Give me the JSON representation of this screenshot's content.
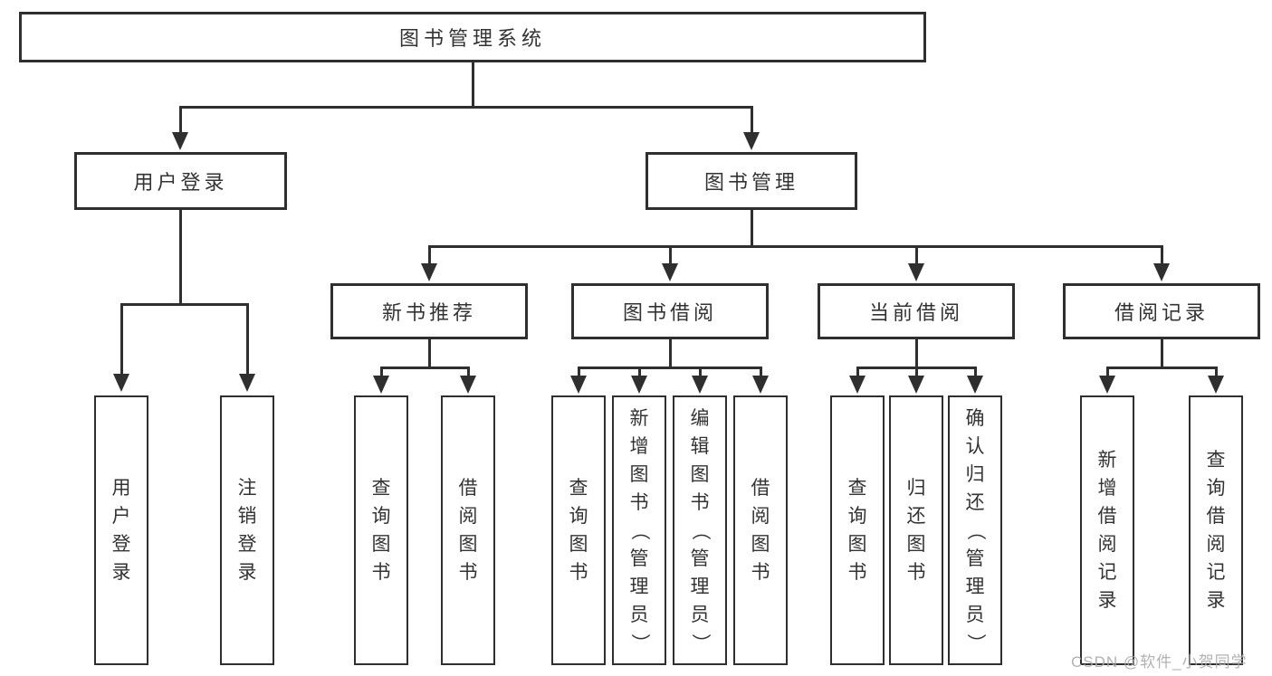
{
  "diagram": {
    "background_color": "#ffffff",
    "line_color": "#2f2f2f",
    "text_color": "#333333",
    "root": {
      "label": "图书管理系统"
    },
    "level2": [
      {
        "label": "用户登录"
      },
      {
        "label": "图书管理"
      }
    ],
    "level3": [
      {
        "label": "新书推荐"
      },
      {
        "label": "图书借阅"
      },
      {
        "label": "当前借阅"
      },
      {
        "label": "借阅记录"
      }
    ],
    "leaves": {
      "user_login": [
        "用户登录",
        "注销登录"
      ],
      "new_books": [
        "查询图书",
        "借阅图书"
      ],
      "book_borrow": [
        "查询图书",
        "新增图书（管理员）",
        "编辑图书（管理员）",
        "借阅图书"
      ],
      "current_borrow": [
        "查询图书",
        "归还图书",
        "确认归还（管理员）"
      ],
      "borrow_records": [
        "新增借阅记录",
        "查询借阅记录"
      ]
    },
    "watermark": {
      "text": "CSDN @软件_小贺同学",
      "color": "#a9a9a9"
    }
  }
}
